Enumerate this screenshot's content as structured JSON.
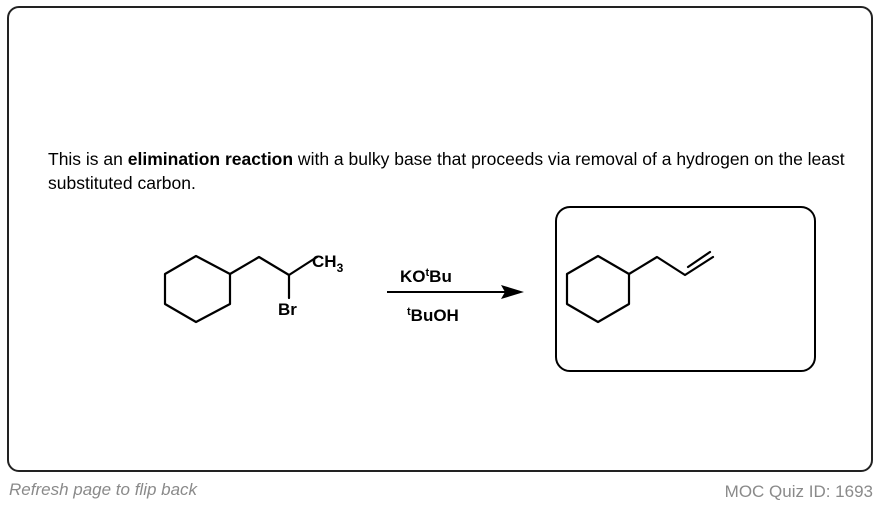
{
  "explanation": {
    "before": "This is an ",
    "bold": "elimination reaction",
    "after": " with a bulky base that proceeds via removal of a hydrogen on the least substituted carbon."
  },
  "reaction": {
    "reactant_labels": {
      "methyl": "CH",
      "methyl_sub": "3",
      "bromo": "Br"
    },
    "reagent_top": {
      "main": "KO",
      "sup": "t",
      "tail": "Bu"
    },
    "reagent_bottom": {
      "sup": "t",
      "main": "BuOH"
    }
  },
  "footer": {
    "flip_hint": "Refresh page to flip back",
    "quiz_id": "MOC Quiz ID: 1693"
  }
}
